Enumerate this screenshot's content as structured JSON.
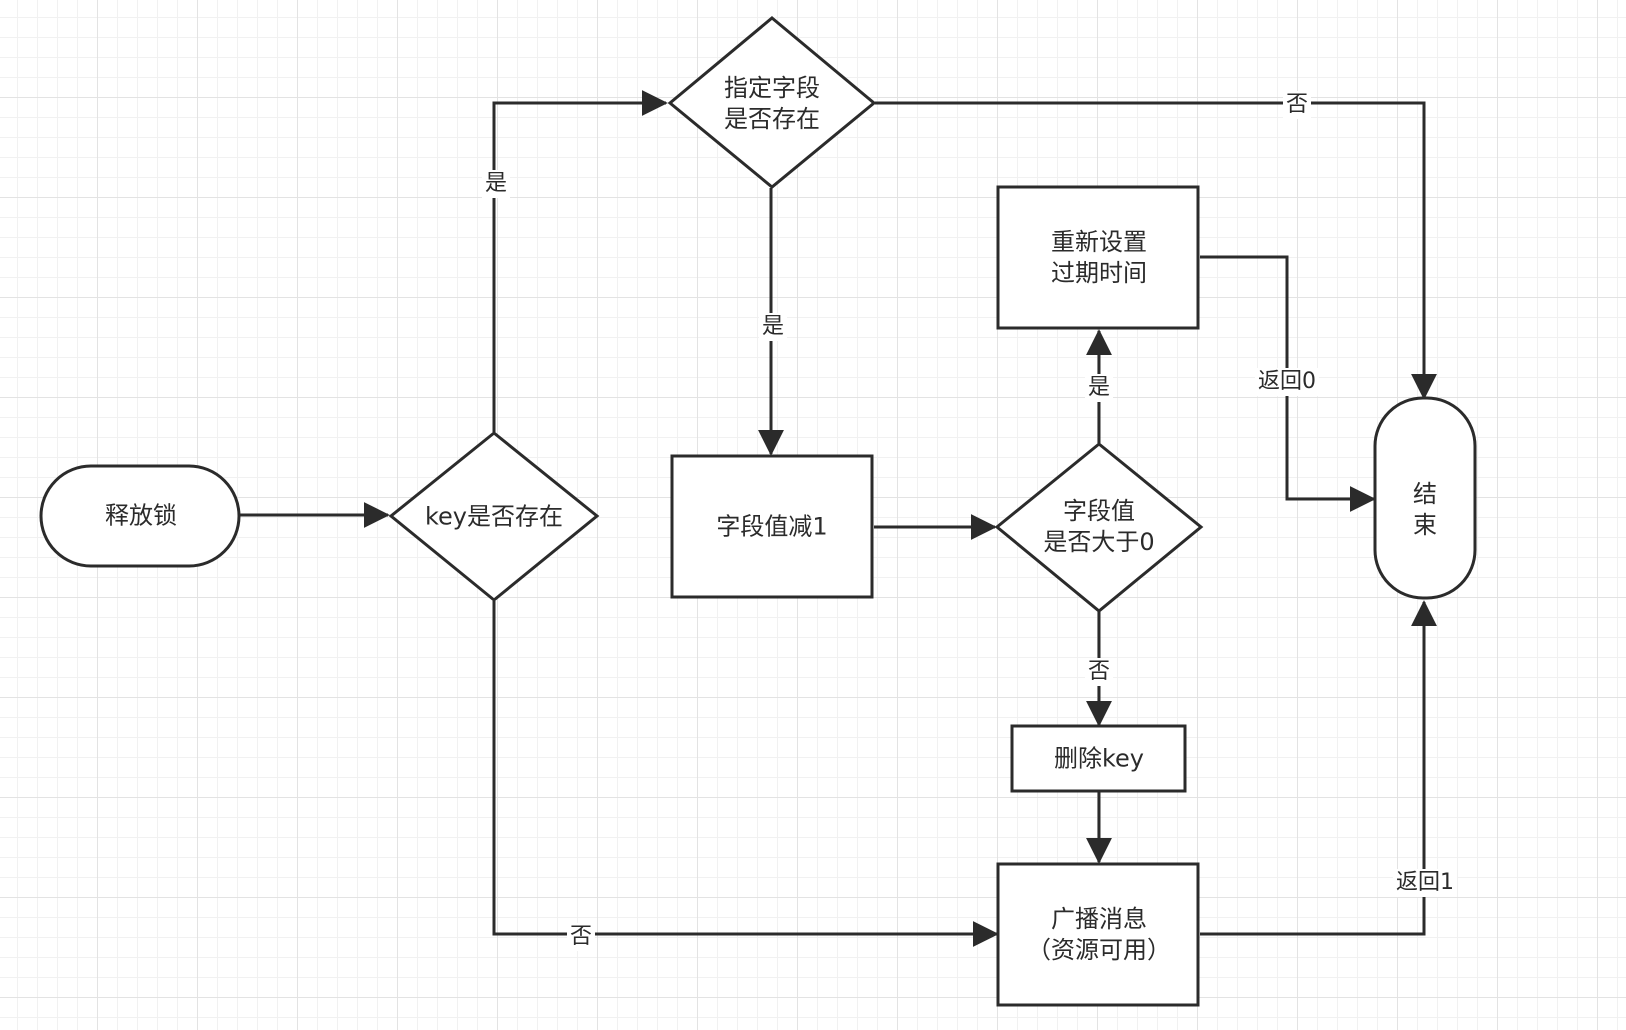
{
  "nodes": {
    "start": "释放锁",
    "key_exists": "key是否存在",
    "field_exists": "指定字段\n是否存在",
    "decrement": "字段值减1",
    "greater_zero": "字段值\n是否大于0",
    "reset_expiry": "重新设置\n过期时间",
    "delete_key": "删除key",
    "broadcast": "广播消息\n（资源可用）",
    "end": "结\n束"
  },
  "edges": {
    "key_yes": "是",
    "key_no": "否",
    "field_yes": "是",
    "field_no": "否",
    "gt_yes": "是",
    "gt_no": "否",
    "return_0": "返回0",
    "return_1": "返回1"
  }
}
